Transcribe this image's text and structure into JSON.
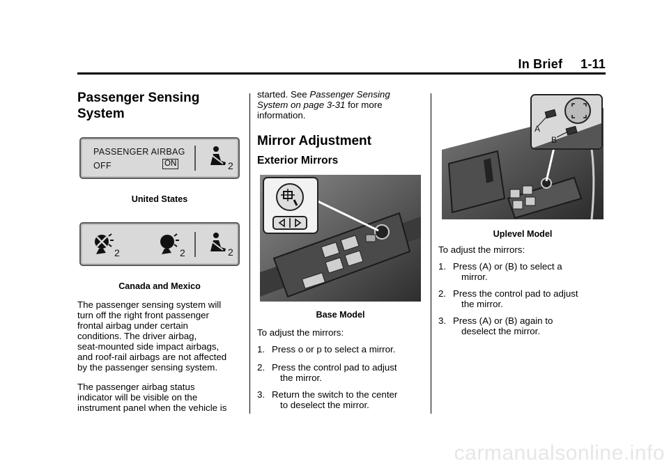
{
  "header": {
    "section": "In Brief",
    "page": "1-11"
  },
  "left_column": {
    "heading_line1": "Passenger Sensing",
    "heading_line2": "System",
    "panel_us": {
      "line1": "PASSENGER AIRBAG",
      "line2": "OFF",
      "on_label": "ON",
      "icon_subscript": "2"
    },
    "caption_us": "United States",
    "panel_cm": {
      "sub1": "2",
      "sub2": "2",
      "sub3": "2"
    },
    "caption_cm": "Canada and Mexico",
    "para1": [
      "The passenger sensing system will",
      "turn off the right front passenger",
      "frontal airbag under certain",
      "conditions. The driver airbag,",
      "seat-mounted side impact airbags,",
      "and roof-rail airbags are not affected",
      "by the passenger sensing system."
    ],
    "para2": [
      "The passenger airbag status",
      "indicator will be visible on the",
      "instrument panel when the vehicle is"
    ]
  },
  "middle_column": {
    "cont_line1_a": "started. See ",
    "cont_line1_b": "Passenger Sensing",
    "cont_line2_a": "System on page 3-31",
    "cont_line2_b": " for more",
    "cont_line3": "information.",
    "heading": "Mirror Adjustment",
    "subheading": "Exterior Mirrors",
    "caption": "Base Model",
    "intro": "To adjust the mirrors:",
    "step1": {
      "num": "1.",
      "a": "Press ",
      "sym1": "o",
      "b": " or ",
      "sym2": "p",
      "c": " to select a mirror."
    },
    "step2": {
      "num": "2.",
      "line1": "Press the control pad to adjust",
      "line2": "the mirror."
    },
    "step3": {
      "num": "3.",
      "line1": "Return the switch to the center",
      "line2": "to deselect the mirror."
    }
  },
  "right_column": {
    "callout_a": "A",
    "callout_b": "B",
    "caption": "Uplevel Model",
    "intro": "To adjust the mirrors:",
    "step1": {
      "num": "1.",
      "line1": "Press (A) or (B) to select a",
      "line2": "mirror."
    },
    "step2": {
      "num": "2.",
      "line1": "Press the control pad to adjust",
      "line2": "the mirror."
    },
    "step3": {
      "num": "3.",
      "line1": "Press (A) or (B) again to",
      "line2": "deselect the mirror."
    }
  },
  "footer": {
    "watermark": "carmanualsonline.info"
  }
}
